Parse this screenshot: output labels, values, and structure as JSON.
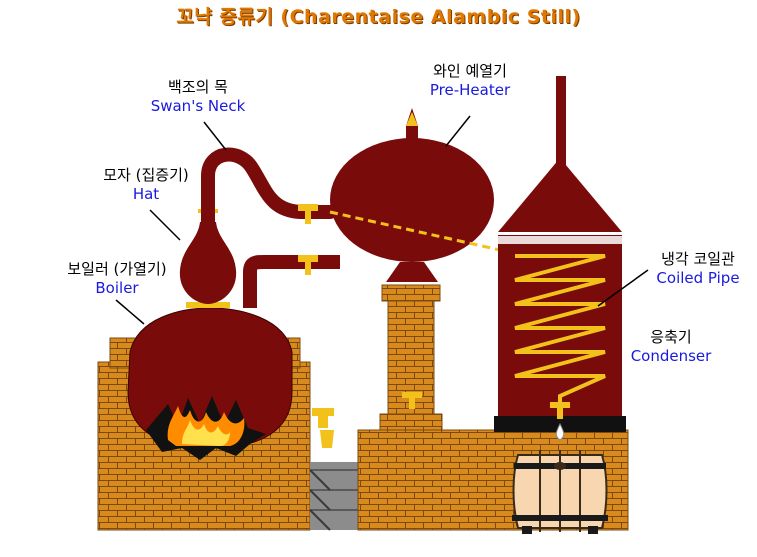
{
  "title": "꼬냑 증류기 (Charentaise Alambic Still)",
  "labels": {
    "swans_neck": {
      "ko": "백조의 목",
      "en": "Swan's Neck"
    },
    "hat": {
      "ko": "모자 (집증기)",
      "en": "Hat"
    },
    "boiler": {
      "ko": "보일러 (가열기)",
      "en": "Boiler"
    },
    "preheater": {
      "ko": "와인 예열기",
      "en": "Pre-Heater"
    },
    "coiled_pipe": {
      "ko": "냉각 코일관",
      "en": "Coiled Pipe"
    },
    "condenser": {
      "ko": "응축기",
      "en": "Condenser"
    }
  },
  "colors": {
    "copper": "#7a0b0b",
    "brick": "#d98a1c",
    "mortar": "#7a4a12",
    "brass": "#f2c21a",
    "flame": "#ff8c00",
    "title": "#e07800",
    "label_en": "#1a1adc"
  }
}
